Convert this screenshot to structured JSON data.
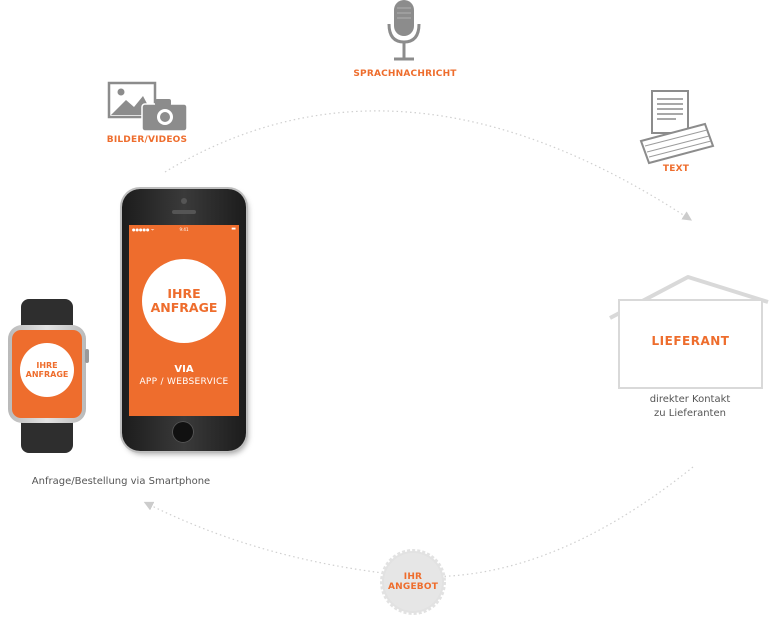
{
  "inputs": {
    "voice": {
      "label": "SPRACHNACHRICHT",
      "icon": "microphone-icon"
    },
    "media": {
      "label": "BILDER/VIDEOS",
      "icon": "camera-icon"
    },
    "text": {
      "label": "TEXT",
      "icon": "keyboard-icon"
    }
  },
  "phone": {
    "status_carrier": "●●●●● ᯤ",
    "status_time": "9:41",
    "status_battery": "▬",
    "circle_line1": "IHRE",
    "circle_line2": "ANFRAGE",
    "via_line1": "VIA",
    "via_line2": "APP / WEBSERVICE"
  },
  "watch": {
    "circle_line1": "IHRE",
    "circle_line2": "ANFRAGE"
  },
  "device_caption": "Anfrage/Bestellung via Smartphone",
  "supplier": {
    "label": "LIEFERANT",
    "caption_line1": "direkter Kontakt",
    "caption_line2": "zu Lieferanten"
  },
  "offer": {
    "line1": "IHR",
    "line2": "ANGEBOT"
  },
  "colors": {
    "accent": "#ee6d2d",
    "icon_gray": "#8c8c8c",
    "dotted_line": "#cccccc",
    "phone_body": "#2b2b2b"
  }
}
